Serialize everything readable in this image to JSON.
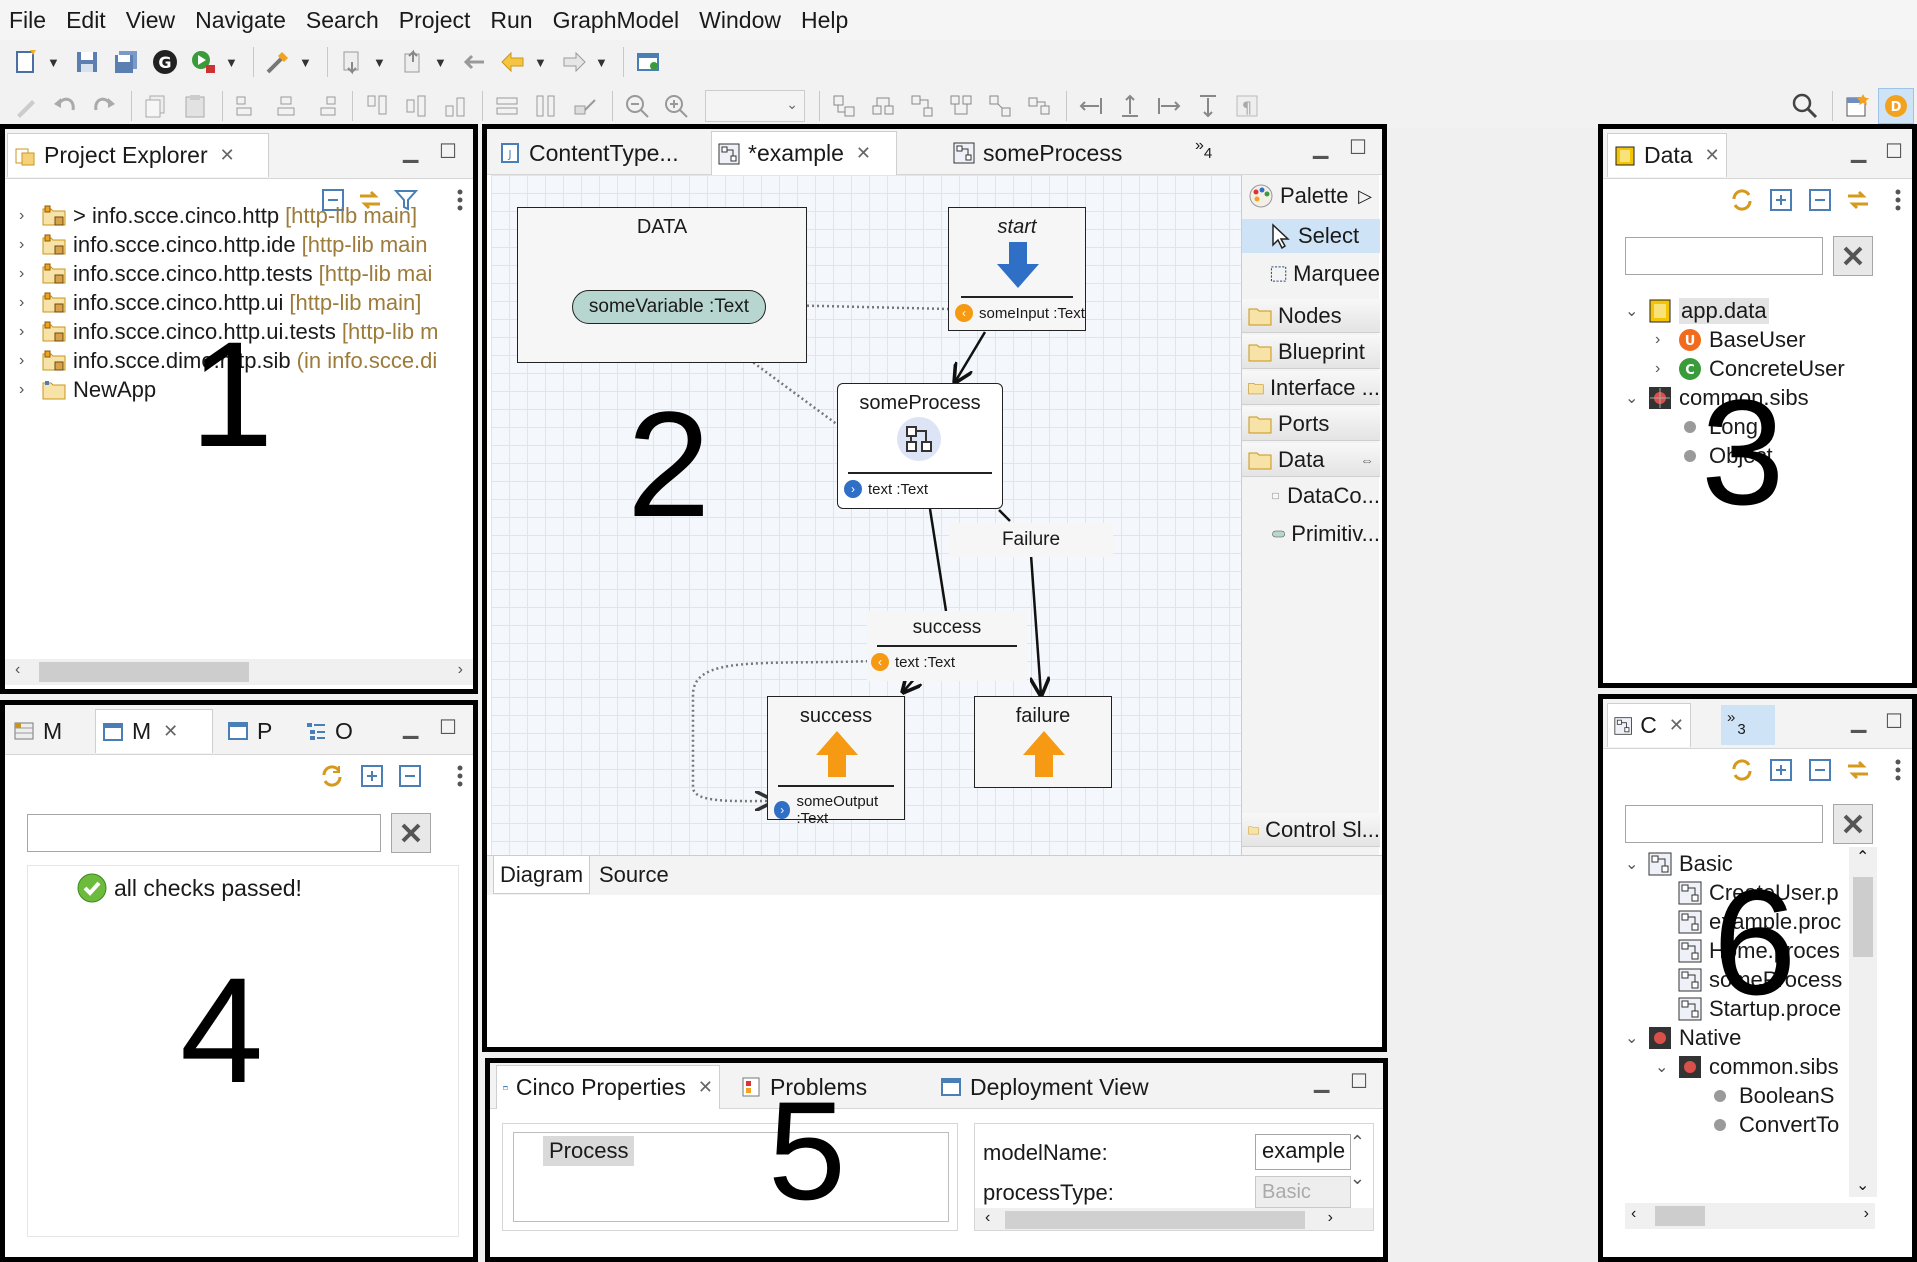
{
  "menu": [
    "File",
    "Edit",
    "View",
    "Navigate",
    "Search",
    "Project",
    "Run",
    "GraphModel",
    "Window",
    "Help"
  ],
  "project_explorer": {
    "tab_label": "Project Explorer",
    "items": [
      {
        "name": "> info.scce.cinco.http",
        "suffix": "[http-lib main]"
      },
      {
        "name": "info.scce.cinco.http.ide",
        "suffix": "[http-lib main"
      },
      {
        "name": "info.scce.cinco.http.tests",
        "suffix": "[http-lib mai"
      },
      {
        "name": "info.scce.cinco.http.ui",
        "suffix": "[http-lib main]"
      },
      {
        "name": "info.scce.cinco.http.ui.tests",
        "suffix": "[http-lib m"
      },
      {
        "name": "info.scce.dime.http.sib",
        "suffix": "(in info.scce.di"
      },
      {
        "name": "NewApp",
        "suffix": ""
      }
    ]
  },
  "annotations": {
    "p1": "1",
    "p2": "2",
    "p3": "3",
    "p4": "4",
    "p5": "5",
    "p6": "6"
  },
  "editor": {
    "tabs": [
      {
        "label": "ContentType..."
      },
      {
        "label": "*example"
      },
      {
        "label": "someProcess"
      }
    ],
    "overflow_count": "4",
    "bottom_tabs": [
      "Diagram",
      "Source"
    ],
    "diagram": {
      "data_node": {
        "title": "DATA",
        "variable": "someVariable :Text"
      },
      "start_node": {
        "title": "start",
        "port": "someInput :Text"
      },
      "process_node": {
        "title": "someProcess",
        "port": "text :Text"
      },
      "success_branch": {
        "title": "success",
        "port": "text :Text"
      },
      "failure_label": "Failure",
      "success_end": {
        "title": "success",
        "port": "someOutput :Text"
      },
      "failure_end": {
        "title": "failure"
      }
    },
    "palette": {
      "title": "Palette",
      "tools": [
        "Select",
        "Marquee"
      ],
      "drawers": [
        "Nodes",
        "Blueprint",
        "Interface ...",
        "Ports",
        "Data"
      ],
      "data_items": [
        "DataCo...",
        "Primitiv..."
      ],
      "last_drawer": "Control Sl..."
    }
  },
  "data_view": {
    "tab_label": "Data",
    "tree": [
      {
        "label": "app.data",
        "level": 0,
        "icon": "data-file-icon"
      },
      {
        "label": "BaseUser",
        "level": 1,
        "icon": "user-type-icon"
      },
      {
        "label": "ConcreteUser",
        "level": 1,
        "icon": "concrete-type-icon"
      },
      {
        "label": "common.sibs",
        "level": 0,
        "icon": "sibs-icon"
      },
      {
        "label": "Long",
        "level": 1,
        "icon": "dot-icon"
      },
      {
        "label": "Object",
        "level": 1,
        "icon": "dot-icon"
      }
    ]
  },
  "checks_view": {
    "tabs": [
      "M",
      "M",
      "P",
      "O"
    ],
    "message": "all checks passed!"
  },
  "properties_view": {
    "tabs": [
      "Cinco Properties",
      "Problems",
      "Deployment View"
    ],
    "selected_type": "Process",
    "fields": [
      {
        "label": "modelName:",
        "value": "example"
      },
      {
        "label": "processType:",
        "value": "Basic"
      }
    ]
  },
  "components_view": {
    "tab_label": "C",
    "overflow_count": "3",
    "tree": [
      {
        "label": "Basic",
        "level": 0
      },
      {
        "label": "CreateUser.p",
        "level": 1
      },
      {
        "label": "example.proc",
        "level": 1
      },
      {
        "label": "Home.proces",
        "level": 1
      },
      {
        "label": "someProcess",
        "level": 1
      },
      {
        "label": "Startup.proce",
        "level": 1
      },
      {
        "label": "Native",
        "level": 0
      },
      {
        "label": "common.sibs",
        "level": 1
      },
      {
        "label": "BooleanS",
        "level": 2
      },
      {
        "label": "ConvertTo",
        "level": 2
      }
    ]
  },
  "colors": {
    "accent_blue": "#2f6fc6",
    "arrow_orange": "#f59a12",
    "variable_fill": "#b7d6d0",
    "selection": "#cfe3f7"
  }
}
